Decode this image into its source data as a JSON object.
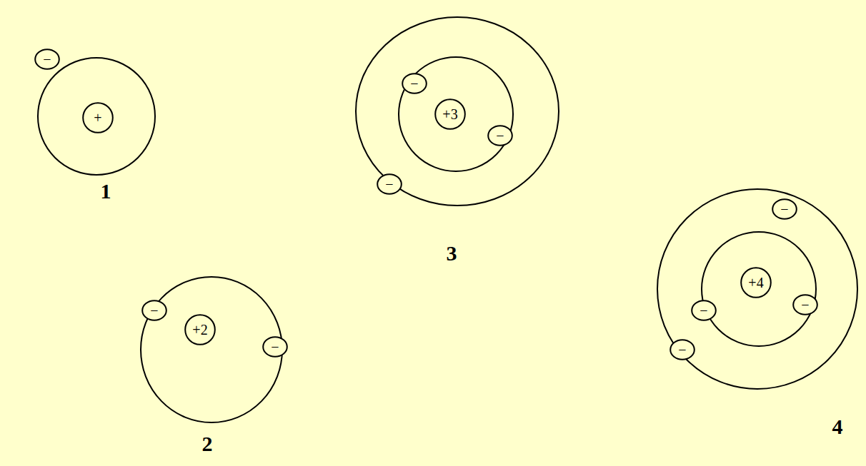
{
  "diagram": {
    "nodes": [
      {
        "text": [
          "+"
        ]
      },
      {
        "text": [
          "−"
        ]
      },
      {
        "text": [
          "+3"
        ]
      },
      {
        "text": [
          "−"
        ]
      },
      {
        "text": [
          "−"
        ]
      },
      {
        "text": [
          "−"
        ]
      },
      {
        "text": [
          "+2"
        ]
      },
      {
        "text": [
          "−"
        ]
      },
      {
        "text": [
          "−"
        ]
      },
      {
        "text": [
          "+4"
        ]
      },
      {
        "text": [
          "−"
        ]
      },
      {
        "text": [
          "−"
        ]
      },
      {
        "text": [
          "−"
        ]
      },
      {
        "text": [
          "−"
        ]
      }
    ],
    "labels": [
      "1",
      "3",
      "2",
      "4"
    ]
  }
}
